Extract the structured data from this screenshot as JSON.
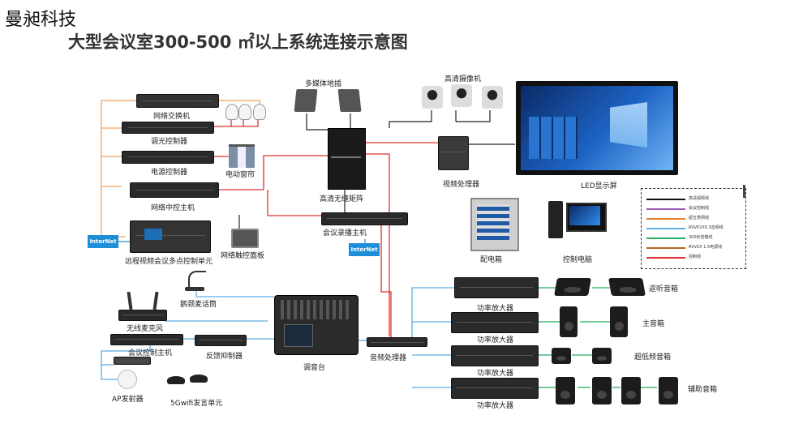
{
  "header": {
    "company": "曼昶科技",
    "title": "大型会议室300-500 ㎡以上系统连接示意图"
  },
  "labels": {
    "network_switch": "网络交换机",
    "dimmer_controller": "调光控制器",
    "power_controller": "电源控制器",
    "motorized_curtain": "电动窗帘",
    "central_control_host": "网络中控主机",
    "video_mcu": "远程视频会议多点控制单元",
    "touch_panel": "网络触控面板",
    "multimedia_floor_box": "多媒体地插",
    "hd_cameras": "高清摄像机",
    "hd_matrix": "高清无缝矩阵",
    "video_processor": "视频处理器",
    "led_screen": "LED显示屏",
    "recording_host": "会议录播主机",
    "power_distribution_box": "配电箱",
    "control_pc": "控制电脑",
    "gooseneck_mic": "鹅颈麦话筒",
    "wireless_mic": "无线麦克风",
    "conference_host": "会议控制主机",
    "feedback_suppressor": "反馈抑制器",
    "mixer": "调音台",
    "audio_processor": "音频处理器",
    "ap_transmitter": "AP发射器",
    "wifi_units": "5Gwifi发言单元",
    "amp1": "功率放大器",
    "amp2": "功率放大器",
    "amp3": "功率放大器",
    "amp4": "功率放大器",
    "monitor_speakers": "返听音箱",
    "main_speakers": "主音箱",
    "subwoofers": "超低频音箱",
    "aux_speakers": "辅助音箱",
    "internet_left": "InterNet",
    "internet_center": "InterNet"
  },
  "legend": {
    "items": [
      {
        "text": "高清视频线",
        "color": "#111111"
      },
      {
        "text": "会议控制线",
        "color": "#9b59b6"
      },
      {
        "text": "超五类网线",
        "color": "#e67e22"
      },
      {
        "text": "RVVP2X0.3音频线",
        "color": "#5dade2"
      },
      {
        "text": "300伏音箱线",
        "color": "#27ae60"
      },
      {
        "text": "RVV2X 1.5电源线",
        "color": "#b5651d"
      },
      {
        "text": "控制线",
        "color": "#e03131"
      }
    ]
  },
  "colors": {
    "video": "#111111",
    "network": "#f0a35e",
    "control": "#e03131",
    "audio": "#5dade2",
    "internet": "#1d8fd8"
  }
}
